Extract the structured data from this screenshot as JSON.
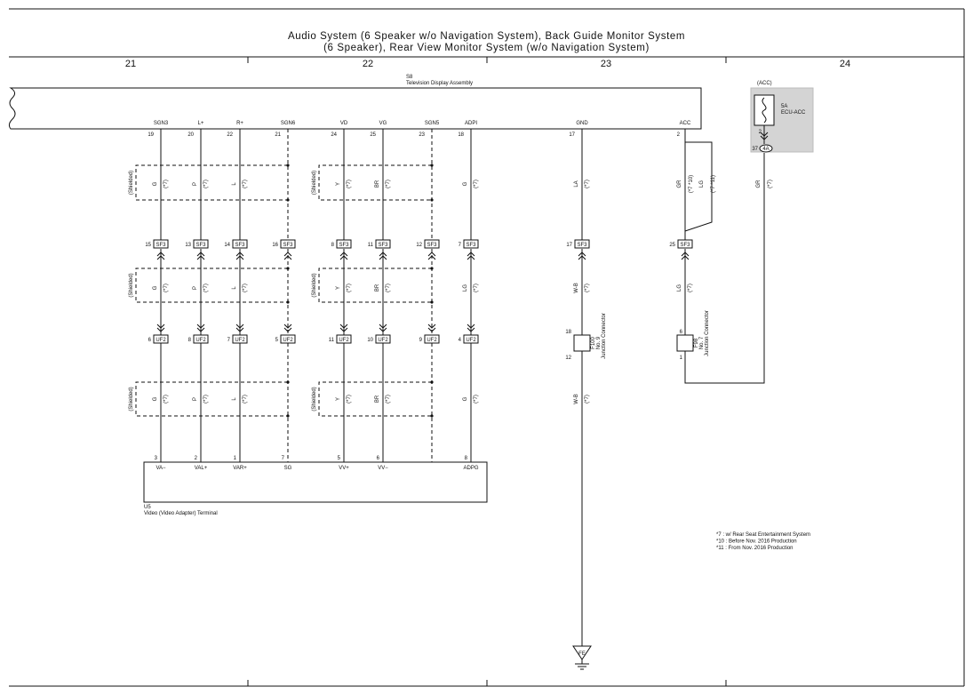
{
  "title": {
    "line1": "Audio System (6 Speaker w/o Navigation System), Back Guide Monitor System",
    "line2": "(6 Speaker), Rear View Monitor System (w/o Navigation System)"
  },
  "grid": [
    "21",
    "22",
    "23",
    "24"
  ],
  "top_component": {
    "code": "S8",
    "name": "Television Display Assembly"
  },
  "bottom_component": {
    "code": "U5",
    "name": "Video (Video Adapter) Terminal"
  },
  "fuse": {
    "tag": "(ACC)",
    "rating": "5A",
    "name": "ECU-ACC",
    "pin_top": "2",
    "pin_left": "37",
    "conn": "4A"
  },
  "top_wires": [
    {
      "pin": "19",
      "label": "SGN3",
      "wire": "G",
      "note": "(*7)",
      "sf_pin": "15",
      "sf": "SF3",
      "mid_wire": "G",
      "mid_note": "(*7)",
      "uf_pin": "6",
      "uf": "UF2",
      "bot_wire": "G",
      "bot_note": "(*7)",
      "bpin": "3",
      "blabel": "VA−"
    },
    {
      "pin": "20",
      "label": "L+",
      "wire": "P",
      "note": "(*7)",
      "sf_pin": "13",
      "sf": "SF3",
      "mid_wire": "P",
      "mid_note": "(*7)",
      "uf_pin": "8",
      "uf": "UF2",
      "bot_wire": "P",
      "bot_note": "(*7)",
      "bpin": "2",
      "blabel": "VAL+"
    },
    {
      "pin": "22",
      "label": "R+",
      "wire": "L",
      "note": "(*7)",
      "sf_pin": "14",
      "sf": "SF3",
      "mid_wire": "L",
      "mid_note": "(*7)",
      "uf_pin": "7",
      "uf": "UF2",
      "bot_wire": "L",
      "bot_note": "(*7)",
      "bpin": "1",
      "blabel": "VAR+"
    },
    {
      "pin": "21",
      "label": "SGN6",
      "wire": "",
      "note": "",
      "sf_pin": "16",
      "sf": "SF3",
      "mid_wire": "",
      "mid_note": "",
      "uf_pin": "5",
      "uf": "UF2",
      "bot_wire": "",
      "bot_note": "",
      "bpin": "7",
      "blabel": "SG"
    },
    {
      "pin": "24",
      "label": "VD",
      "wire": "Y",
      "note": "(*7)",
      "sf_pin": "8",
      "sf": "SF3",
      "mid_wire": "Y",
      "mid_note": "(*7)",
      "uf_pin": "11",
      "uf": "UF2",
      "bot_wire": "Y",
      "bot_note": "(*7)",
      "bpin": "5",
      "blabel": "VV+"
    },
    {
      "pin": "25",
      "label": "VG",
      "wire": "BR",
      "note": "(*7)",
      "sf_pin": "11",
      "sf": "SF3",
      "mid_wire": "BR",
      "mid_note": "(*7)",
      "uf_pin": "10",
      "uf": "UF2",
      "bot_wire": "BR",
      "bot_note": "(*7)",
      "bpin": "6",
      "blabel": "VV−"
    },
    {
      "pin": "23",
      "label": "SGN5",
      "wire": "",
      "note": "",
      "sf_pin": "12",
      "sf": "SF3",
      "mid_wire": "",
      "mid_note": "",
      "uf_pin": "9",
      "uf": "UF2",
      "bot_wire": "",
      "bot_note": "",
      "bpin": "",
      "blabel": ""
    },
    {
      "pin": "18",
      "label": "ADPI",
      "wire": "G",
      "note": "(*7)",
      "sf_pin": "7",
      "sf": "SF3",
      "mid_wire": "LG",
      "mid_note": "(*7)",
      "uf_pin": "4",
      "uf": "UF2",
      "bot_wire": "G",
      "bot_note": "(*7)",
      "bpin": "8",
      "blabel": "ADPG"
    }
  ],
  "shielded": "(Shielded)",
  "gnd": {
    "pin": "17",
    "label": "GND",
    "wire": "LA",
    "note": "(*7)",
    "sf_pin": "17",
    "sf": "SF3",
    "mid_wire": "W-B",
    "mid_note": "(*7)",
    "j_pin_top": "18",
    "j_pin_bot": "12",
    "j_code": "F100",
    "j_no": "No. 9",
    "j_name": "Junction Connector",
    "bot_wire": "W-B",
    "bot_note": "(*7)",
    "ground": "FE"
  },
  "acc": {
    "pin": "2",
    "label": "ACC",
    "wire": "GR",
    "note": "(*7 *10)",
    "wire2": "LG",
    "note2": "(*7 *11)",
    "sf_pin": "25",
    "sf": "SF3",
    "mid_wire": "LG",
    "mid_note": "(*7)",
    "j_pin_top": "6",
    "j_pin_bot": "1",
    "j_code": "F98",
    "j_no": "No. 7",
    "j_name": "Junction Connector"
  },
  "fuse_wire": {
    "wire": "GR",
    "note": "(*7)"
  },
  "notes": [
    "*7 : w/ Rear Seat Entertainment System",
    "*10 : Before Nov. 2016 Production",
    "*11 : From Nov. 2016 Production"
  ]
}
